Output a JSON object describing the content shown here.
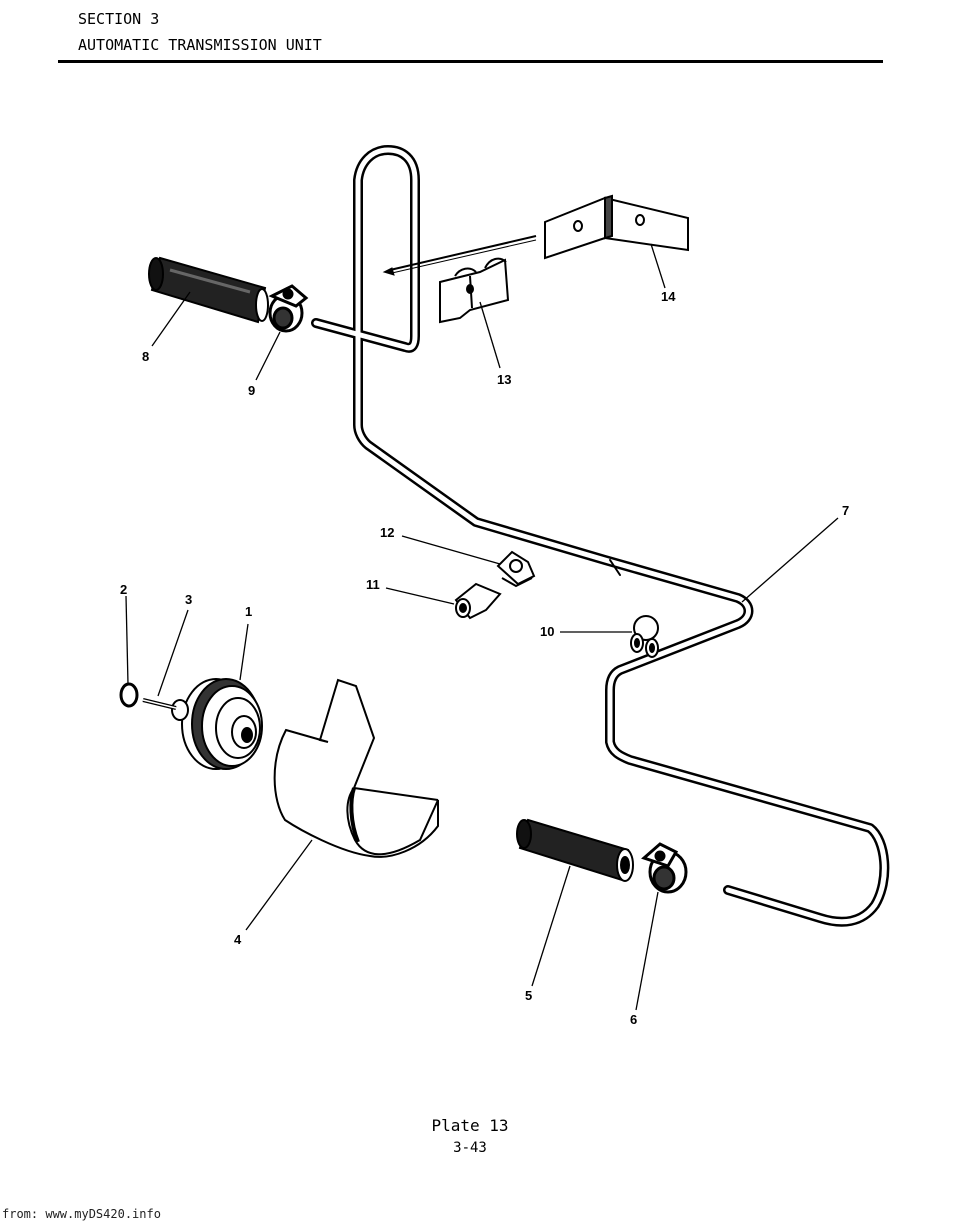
{
  "header": {
    "section": "SECTION 3",
    "title": "AUTOMATIC TRANSMISSION UNIT"
  },
  "callouts": {
    "c1": "1",
    "c2": "2",
    "c3": "3",
    "c4": "4",
    "c5": "5",
    "c6": "6",
    "c7": "7",
    "c8": "8",
    "c9": "9",
    "c10": "10",
    "c11": "11",
    "c12": "12",
    "c13": "13",
    "c14": "14"
  },
  "plate": {
    "title": "Plate 13",
    "page": "3-43"
  },
  "footer": "from: www.myDS420.info"
}
